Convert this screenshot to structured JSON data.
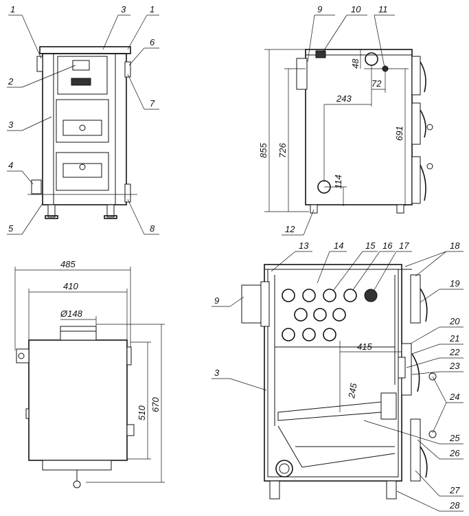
{
  "front_view": {
    "labels": [
      "1",
      "3",
      "1",
      "6",
      "2",
      "7",
      "3",
      "4",
      "5",
      "8"
    ]
  },
  "side_view": {
    "labels": [
      "9",
      "10",
      "11",
      "12"
    ],
    "dimensions": [
      "48",
      "72",
      "243",
      "691",
      "855",
      "726",
      "114"
    ]
  },
  "top_view": {
    "dimensions": [
      "485",
      "410",
      "Ø148",
      "510",
      "670"
    ]
  },
  "section_view": {
    "labels": [
      "13",
      "14",
      "15",
      "16",
      "17",
      "18",
      "19",
      "9",
      "20",
      "21",
      "22",
      "23",
      "3",
      "24",
      "25",
      "26",
      "27",
      "28"
    ],
    "dimensions": [
      "415",
      "245"
    ]
  }
}
